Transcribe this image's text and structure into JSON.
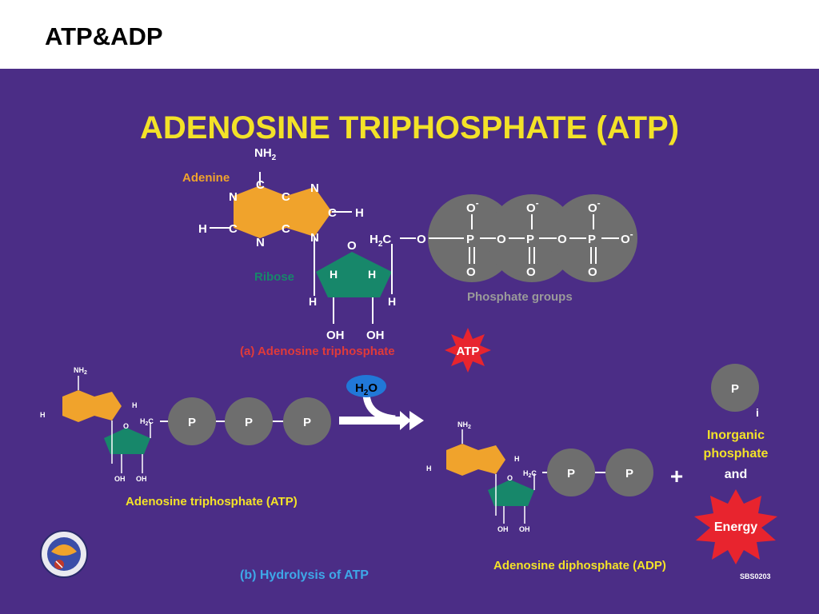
{
  "slide": {
    "title": "ATP&ADP"
  },
  "diagram": {
    "main_title": "ADENOSINE TRIPHOSPHATE (ATP)",
    "part_a": {
      "adenine_label": "Adenine",
      "ribose_label": "Ribose",
      "phosphate_label": "Phosphate groups",
      "caption": "(a) Adenosine triphosphate",
      "badge": "ATP"
    },
    "atoms": {
      "nh2": "NH",
      "nh2_sub": "2",
      "c": "C",
      "n": "N",
      "h": "H",
      "o": "O",
      "oh": "OH",
      "o_minus": "O",
      "minus": "-",
      "p": "P",
      "h2c": "H",
      "h2c_sub": "2",
      "h2c_c": "C"
    },
    "part_b": {
      "water": "H",
      "water_sub": "2",
      "water_o": "O",
      "atp_caption": "Adenosine triphosphate (ATP)",
      "adp_caption": "Adenosine diphosphate (ADP)",
      "phosphate_ball": "P",
      "pi_sub": "i",
      "inorganic_line1": "Inorganic",
      "inorganic_line2": "phosphate",
      "and": "and",
      "plus": "+",
      "energy": "Energy",
      "caption": "(b) Hydrolysis of ATP",
      "code": "SBS0203"
    },
    "colors": {
      "background": "#4b2d86",
      "title": "#f3e228",
      "adenine": "#f0a32c",
      "ribose": "#17876a",
      "phosphate": "#6e6e6e",
      "label_gray": "#9a9a9a",
      "caption_red": "#e03a3a",
      "caption_blue": "#3ea8e8",
      "yellow_text": "#f3e228"
    }
  }
}
